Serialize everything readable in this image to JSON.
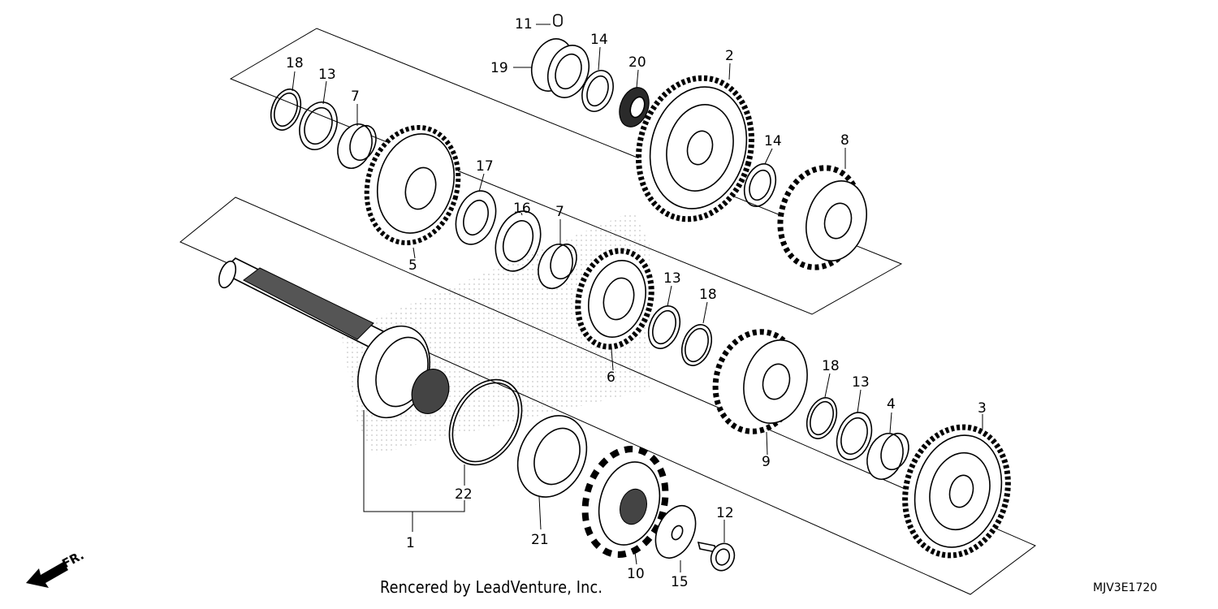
{
  "parts": [
    {
      "id": "part-1",
      "label": "1"
    },
    {
      "id": "part-2",
      "label": "2"
    },
    {
      "id": "part-3",
      "label": "3"
    },
    {
      "id": "part-4",
      "label": "4"
    },
    {
      "id": "part-5",
      "label": "5"
    },
    {
      "id": "part-6",
      "label": "6"
    },
    {
      "id": "part-7a",
      "label": "7"
    },
    {
      "id": "part-7b",
      "label": "7"
    },
    {
      "id": "part-8",
      "label": "8"
    },
    {
      "id": "part-9",
      "label": "9"
    },
    {
      "id": "part-10",
      "label": "10"
    },
    {
      "id": "part-11",
      "label": "11"
    },
    {
      "id": "part-12",
      "label": "12"
    },
    {
      "id": "part-13a",
      "label": "13"
    },
    {
      "id": "part-13b",
      "label": "13"
    },
    {
      "id": "part-13c",
      "label": "13"
    },
    {
      "id": "part-14a",
      "label": "14"
    },
    {
      "id": "part-14b",
      "label": "14"
    },
    {
      "id": "part-15",
      "label": "15"
    },
    {
      "id": "part-16",
      "label": "16"
    },
    {
      "id": "part-17",
      "label": "17"
    },
    {
      "id": "part-18a",
      "label": "18"
    },
    {
      "id": "part-18b",
      "label": "18"
    },
    {
      "id": "part-18c",
      "label": "18"
    },
    {
      "id": "part-19",
      "label": "19"
    },
    {
      "id": "part-20",
      "label": "20"
    },
    {
      "id": "part-21",
      "label": "21"
    },
    {
      "id": "part-22",
      "label": "22"
    }
  ],
  "direction_label": "FR.",
  "footer_credit": "Rencered by LeadVenture, Inc.",
  "diagram_code": "MJV3E1720",
  "colors": {
    "line": "#000000",
    "background": "#ffffff",
    "watermark": "#d8d8d8"
  }
}
